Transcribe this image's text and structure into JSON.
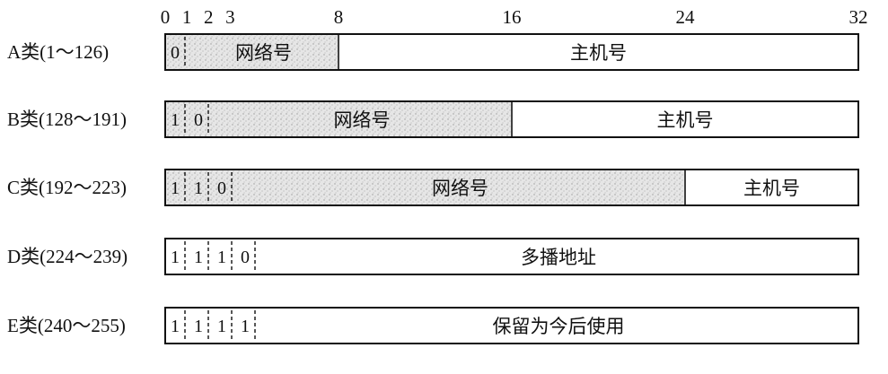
{
  "scale": {
    "ticks": [
      {
        "label": "0",
        "bit": 0
      },
      {
        "label": "1",
        "bit": 1
      },
      {
        "label": "2",
        "bit": 2
      },
      {
        "label": "3",
        "bit": 3
      },
      {
        "label": "8",
        "bit": 8
      },
      {
        "label": "16",
        "bit": 16
      },
      {
        "label": "24",
        "bit": 24
      },
      {
        "label": "32",
        "bit": 32
      }
    ]
  },
  "classes": [
    {
      "id": "a",
      "label": "A类(1～126)",
      "bits": [
        "0"
      ],
      "fields": [
        {
          "label": "网络号",
          "from": 1,
          "to": 8,
          "kind": "network"
        },
        {
          "label": "主机号",
          "from": 8,
          "to": 32,
          "kind": "host"
        }
      ]
    },
    {
      "id": "b",
      "label": "B类(128～191)",
      "bits": [
        "1",
        "0"
      ],
      "fields": [
        {
          "label": "网络号",
          "from": 2,
          "to": 16,
          "kind": "network"
        },
        {
          "label": "主机号",
          "from": 16,
          "to": 32,
          "kind": "host"
        }
      ]
    },
    {
      "id": "c",
      "label": "C类(192～223)",
      "bits": [
        "1",
        "1",
        "0"
      ],
      "fields": [
        {
          "label": "网络号",
          "from": 3,
          "to": 24,
          "kind": "network"
        },
        {
          "label": "主机号",
          "from": 24,
          "to": 32,
          "kind": "host"
        }
      ]
    },
    {
      "id": "d",
      "label": "D类(224～239)",
      "bits": [
        "1",
        "1",
        "1",
        "0"
      ],
      "fields": [
        {
          "label": "多播地址",
          "from": 4,
          "to": 32,
          "kind": "plain"
        }
      ]
    },
    {
      "id": "e",
      "label": "E类(240～255)",
      "bits": [
        "1",
        "1",
        "1",
        "1"
      ],
      "fields": [
        {
          "label": "保留为今后使用",
          "from": 4,
          "to": 32,
          "kind": "plain"
        }
      ]
    }
  ]
}
